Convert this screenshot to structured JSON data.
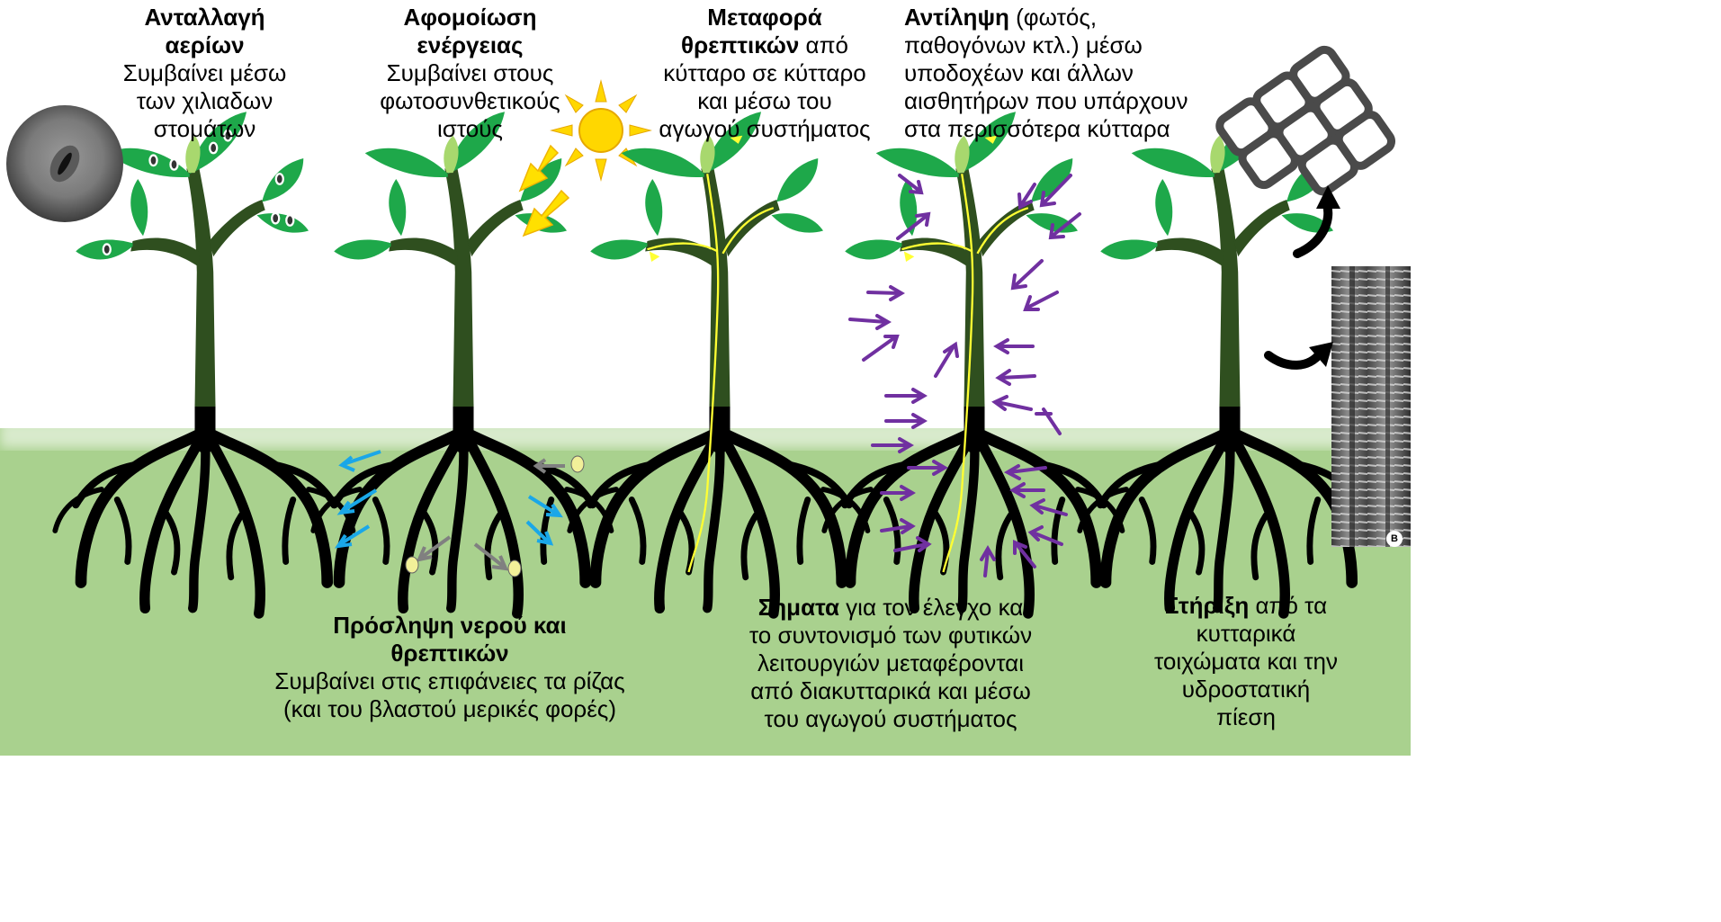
{
  "panels": {
    "gas": {
      "title_1": "Ανταλλαγή",
      "title_2": "αερίων",
      "desc": [
        "Συμβαίνει μέσω",
        "των χιλιαδων",
        "στομάτων"
      ]
    },
    "energy": {
      "title_1": "Αφομοίωση",
      "title_2": "ενέργειας",
      "desc": [
        "Συμβαίνει στους",
        "φωτοσυνθετικούς",
        "ιστούς"
      ]
    },
    "transport": {
      "title_1": "Μεταφορά",
      "title_2": "θρεπτικών",
      "title_2_rest": " από",
      "desc": [
        "κύτταρο σε κύτταρο",
        "και μέσω του",
        "αγωγού συστήματος"
      ]
    },
    "perception": {
      "title": "Αντίληψη",
      "title_rest": " (φωτός,",
      "desc": [
        "παθογόνων κτλ.) μέσω",
        "υποδοχέων και άλλων",
        "αισθητήρων που υπάρχουν",
        "στα περισσότερα κύτταρα"
      ]
    },
    "uptake": {
      "title_1": "Πρόσληψη νερού και",
      "title_2": "θρεπτικών",
      "desc": [
        "Συμβαίνει στις επιφάνειες τα ρίζας",
        "(και του βλαστού μερικές φορές)"
      ]
    },
    "signals": {
      "title": "Σηματα",
      "title_rest": " για τον έλεγχο κα",
      "desc": [
        "το συντονισμό των φυτικών",
        "λειτουργιών μεταφέρονται",
        "από διακυτταρικά και μέσω",
        "του αγωγού συστήματος"
      ]
    },
    "support": {
      "title": "Στήριξη",
      "title_rest": " από τα",
      "desc": [
        "κυτταρικά",
        "τοιχώματα και την",
        "υδροστατική",
        "πίεση"
      ]
    }
  },
  "micrograph_label": "B",
  "colors": {
    "soil": "#a9d18e",
    "leaf": "#1ea84a",
    "stem": "#2f4f1f",
    "root": "#000000",
    "bud": "#a8d86e",
    "sun": "#ffd700",
    "light_arrow": "#ffe000",
    "water_arrow": "#1aa7e8",
    "nutrient_arrow": "#808080",
    "nutrient_dot": "#f2f099",
    "signal_arrow": "#7030a0",
    "vascular": "#ffff33"
  },
  "icons": [
    "stoma-micrograph",
    "sun-icon",
    "cell-wall-grid",
    "xylem-micrograph",
    "curved-arrow-icon"
  ]
}
